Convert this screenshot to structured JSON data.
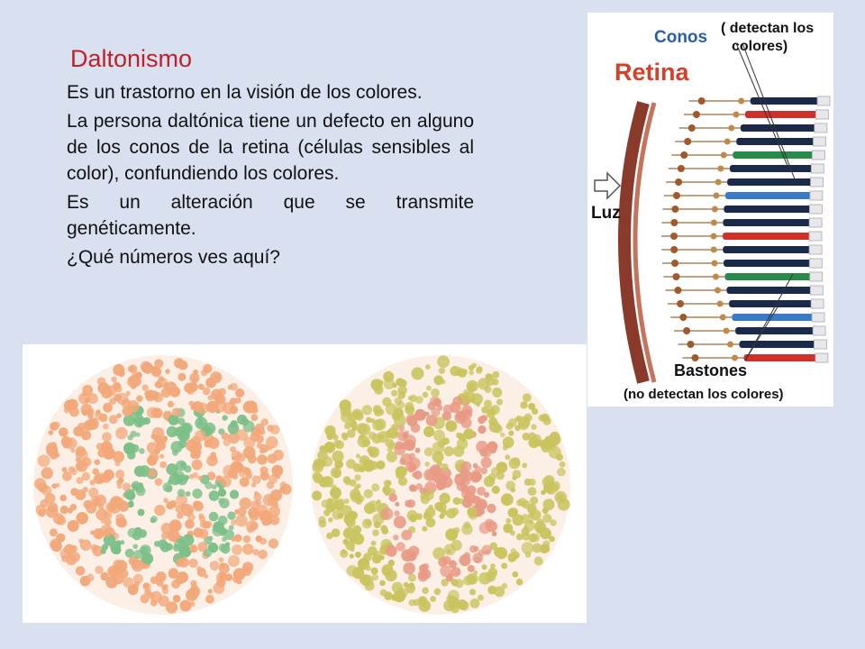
{
  "slide": {
    "title": "Daltonismo",
    "paragraphs": [
      "Es un trastorno en la visión de los colores.",
      "La persona daltónica tiene  un defecto en alguno de los conos de  la retina (células sensibles al color), confundiendo los colores.",
      "Es un  alteración que se transmite genéticamente.",
      "¿Qué números ves aquí?"
    ]
  },
  "retina_diagram": {
    "title": "Retina",
    "cones_label": "Conos",
    "cones_note_line1": "( detectan los",
    "cones_note_line2": "colores)",
    "light_label": "Luz",
    "rods_label": "Bastones",
    "rods_note": "(no detectan los colores)",
    "colors": {
      "title": "#d4402a",
      "cones": "#2a5fa8",
      "rods": "#111111",
      "cone_red": "#d0302a",
      "cone_green": "#2a8a4a",
      "cone_blue": "#3a7ac8"
    }
  },
  "plates": {
    "left_plate": {
      "colors": {
        "background": "#f2a87a",
        "figure": "#7cbf88"
      }
    },
    "right_plate": {
      "colors": {
        "background": "#c9c45e",
        "figure": "#e89a84"
      }
    }
  }
}
